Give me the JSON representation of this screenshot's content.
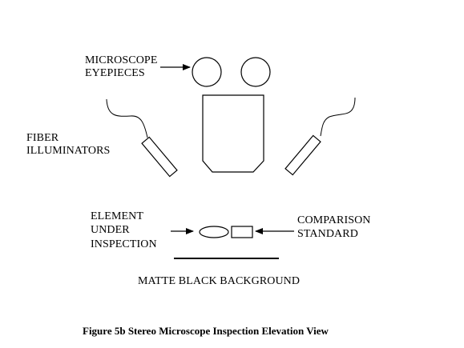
{
  "labels": {
    "eyepieces_line1": "MICROSCOPE",
    "eyepieces_line2": "EYEPIECES",
    "fiber_line1": "FIBER",
    "fiber_line2": "ILLUMINATORS",
    "element_line1": "ELEMENT",
    "element_line2": "UNDER",
    "element_line3": "INSPECTION",
    "standard_line1": "COMPARISON",
    "standard_line2": "STANDARD",
    "background": "MATTE BLACK BACKGROUND"
  },
  "caption": "Figure 5b Stereo Microscope Inspection Elevation View",
  "colors": {
    "ink": "#000000",
    "background": "#ffffff"
  }
}
